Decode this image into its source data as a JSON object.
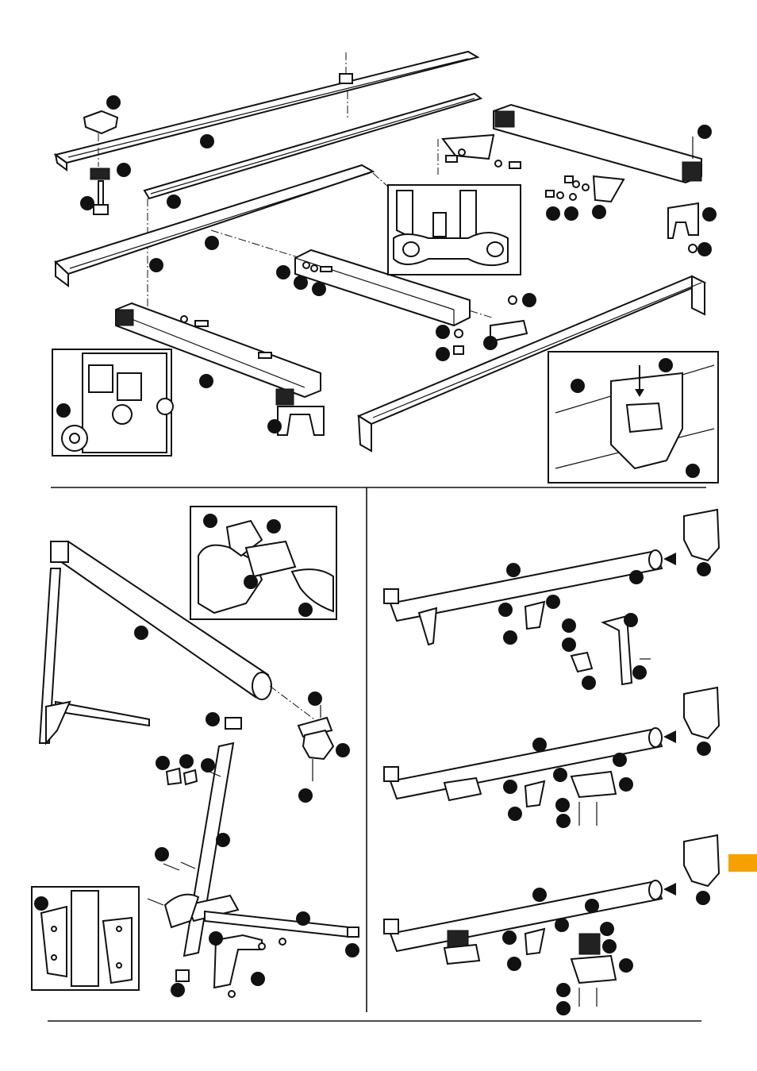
{
  "colors": {
    "line": "#111111",
    "background": "#ffffff",
    "tab_accent": "#f5a100"
  },
  "panels": [
    {
      "id": "top-frame-assembly"
    },
    {
      "id": "bottom-left-stand-assembly"
    },
    {
      "id": "bottom-right-rail-variants"
    }
  ],
  "callouts": {
    "count": 74
  }
}
